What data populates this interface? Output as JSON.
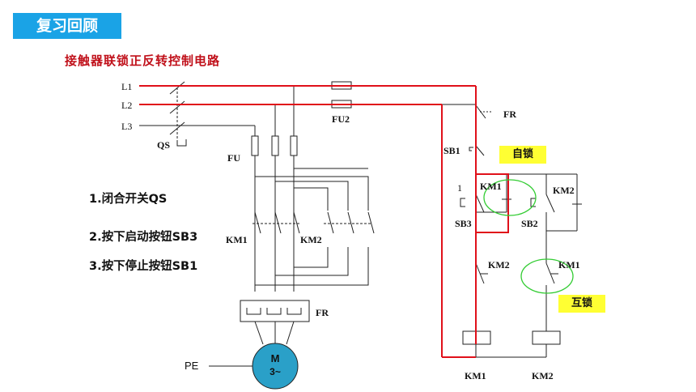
{
  "header": {
    "title": "复习回顾"
  },
  "subtitle": "接触器联锁正反转控制电路",
  "steps": [
    "1.闭合开关QS",
    "2.按下启动按钮SB3",
    "3.按下停止按钮SB1"
  ],
  "tags": {
    "self_lock": "自锁",
    "interlock": "互锁"
  },
  "labels": {
    "l1": "L1",
    "l2": "L2",
    "l3": "L3",
    "qs": "QS",
    "fu": "FU",
    "fu2": "FU2",
    "fr_main": "FR",
    "fr_ctrl": "FR",
    "km1_main": "KM1",
    "km2_main": "KM2",
    "motor_m": "M",
    "motor_phase": "3~",
    "pe": "PE",
    "sb1": "SB1",
    "sb2": "SB2",
    "sb3": "SB3",
    "sb3_marker": "1",
    "km1_self": "KM1",
    "km2_self": "KM2",
    "km2_inter": "KM2",
    "km1_inter": "KM1",
    "coil_km1": "KM1",
    "coil_km2": "KM2"
  },
  "colors": {
    "accent": "#1aa3e6",
    "highlight": "#e0101a",
    "tag_bg": "#ffff33",
    "motor": "#2aa0c8",
    "ellipse": "#33cc33"
  }
}
